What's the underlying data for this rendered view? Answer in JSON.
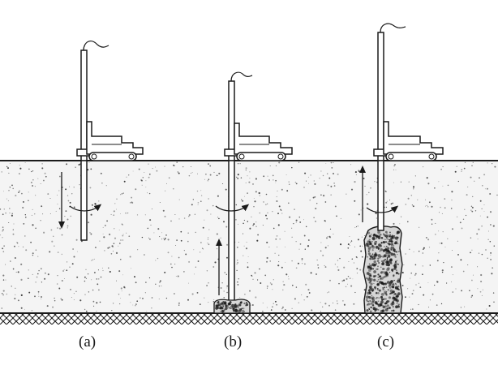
{
  "diagram": {
    "panels": [
      {
        "id": "a",
        "label": "(a)"
      },
      {
        "id": "b",
        "label": "(b)"
      },
      {
        "id": "c",
        "label": "(c)"
      }
    ],
    "colors": {
      "ink": "#1a1a1a",
      "soil_fill": "#f4f4f4",
      "background": "#ffffff"
    }
  }
}
